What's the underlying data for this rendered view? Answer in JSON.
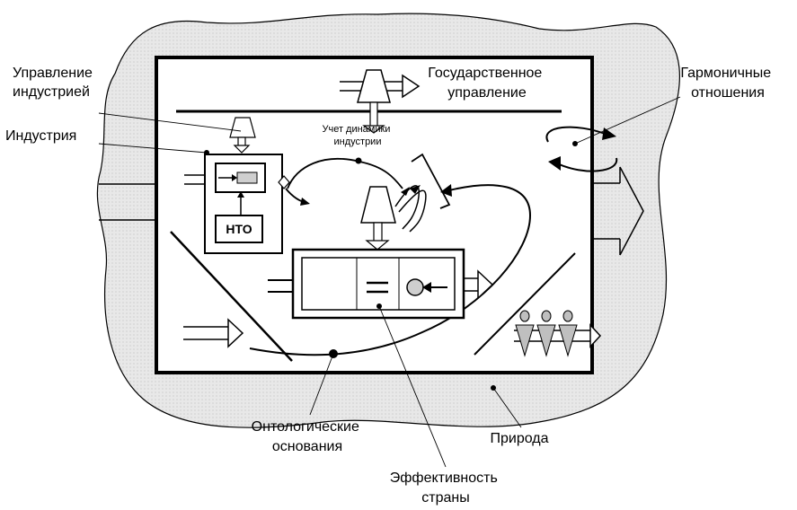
{
  "labels": {
    "industry_management": [
      "Управление",
      "индустрией"
    ],
    "industry": "Индустрия",
    "state_management": [
      "Государственное",
      "управление"
    ],
    "harmonic_relations": [
      "Гармоничные",
      "отношения"
    ],
    "industry_dynamics": [
      "Учет динамики",
      "индустрии"
    ],
    "nto": "НТО",
    "ontological_foundations": [
      "Онтологические",
      "основания"
    ],
    "nature": "Природа",
    "country_efficiency": [
      "Эффективность",
      "страны"
    ]
  },
  "colors": {
    "nature_fill": "#e3e3e3",
    "line": "#000000",
    "node_fill": "#d9d9d9"
  }
}
